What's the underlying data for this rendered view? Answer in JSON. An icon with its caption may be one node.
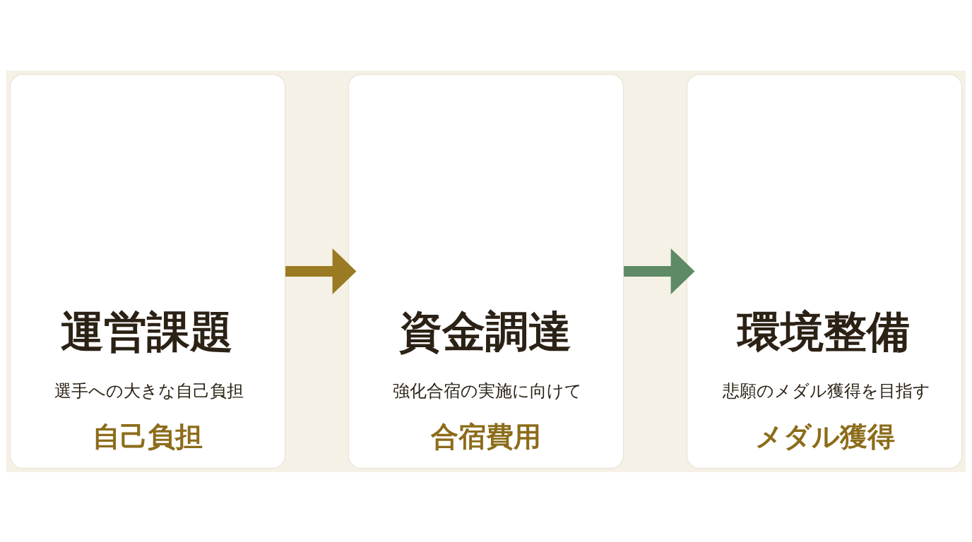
{
  "diagram": {
    "nodes": [
      {
        "text": [
          "運営課題",
          "選手への大きな自己負担",
          "自己負担"
        ]
      },
      {
        "text": [
          "資金調達",
          "強化合宿の実施に向けて",
          "合宿費用"
        ]
      },
      {
        "text": [
          "環境整備",
          "悲願のメダル獲得を目指す",
          "メダル獲得"
        ]
      }
    ],
    "edges": [
      {
        "from": 0,
        "to": 1,
        "arrow": "to",
        "color": "#9a7a22"
      },
      {
        "from": 1,
        "to": 2,
        "arrow": "to",
        "color": "#5e8a66"
      }
    ]
  }
}
